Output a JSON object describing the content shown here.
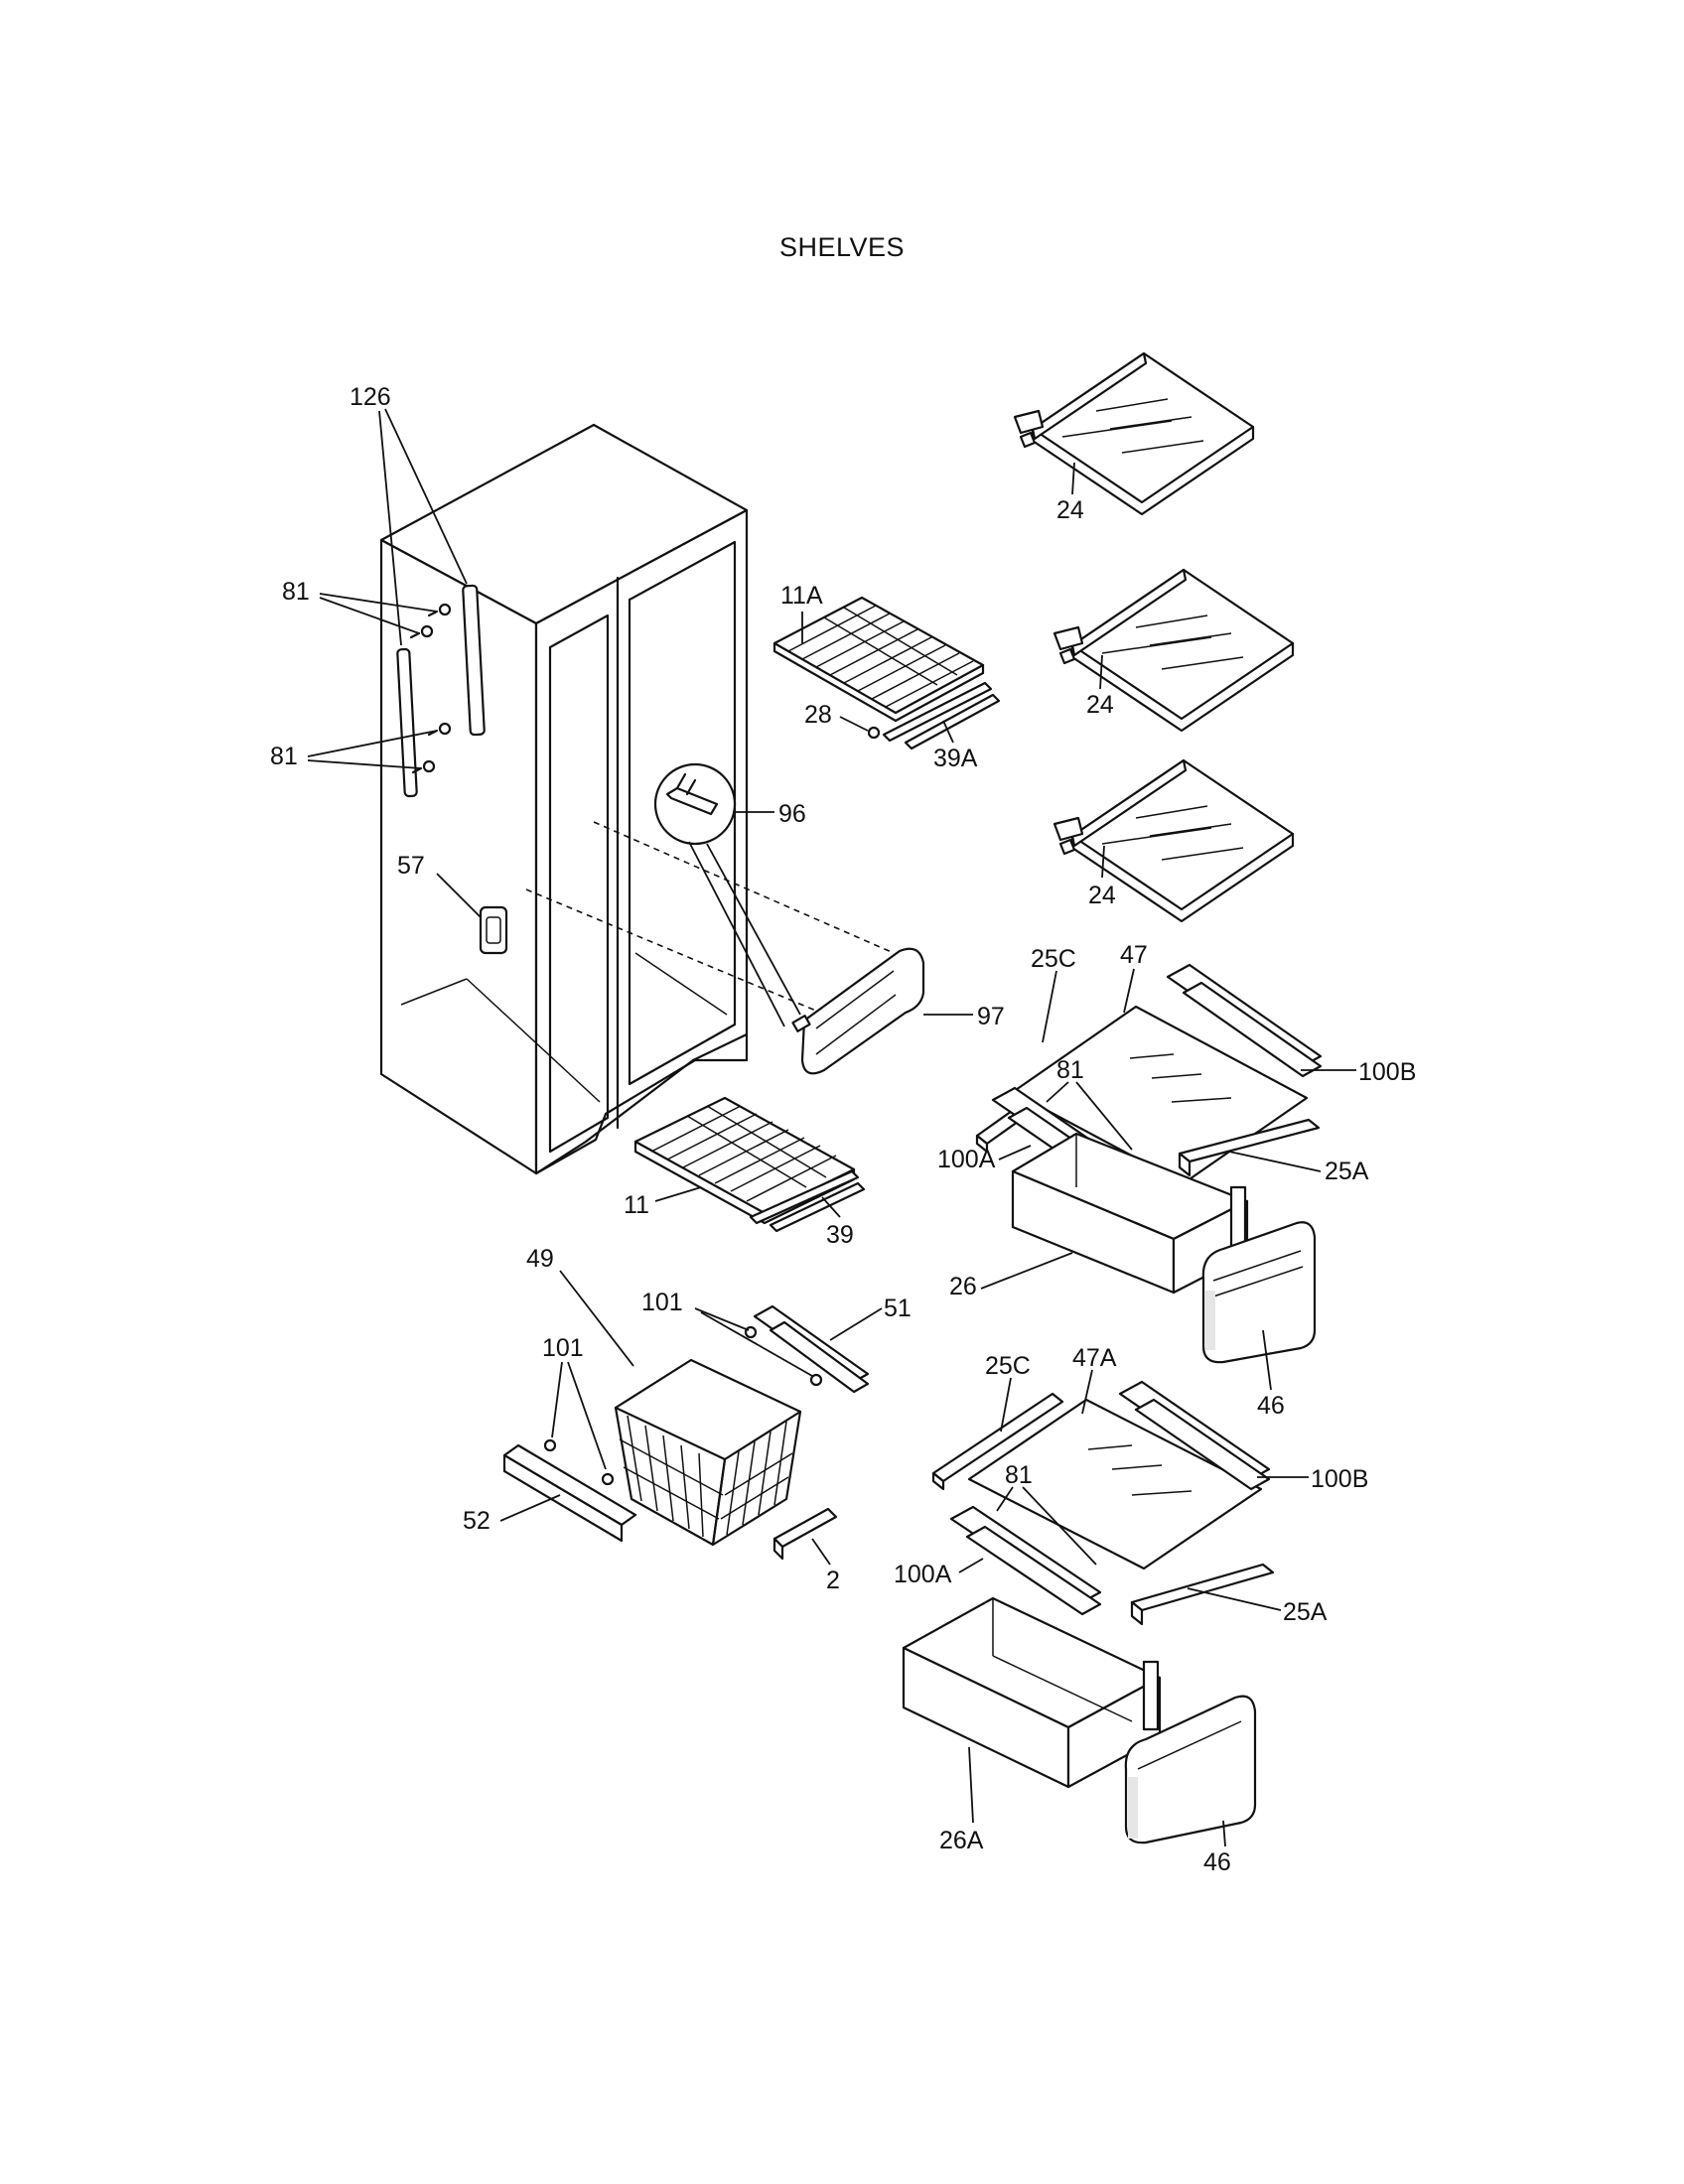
{
  "title": "SHELVES",
  "labels": {
    "l126": "126",
    "l81a": "81",
    "l81b": "81",
    "l57": "57",
    "l96": "96",
    "l97": "97",
    "l11A": "11A",
    "l28": "28",
    "l39A": "39A",
    "l24a": "24",
    "l24b": "24",
    "l24c": "24",
    "l25C_1": "25C",
    "l47": "47",
    "l100B_1": "100B",
    "l81c": "81",
    "l100A_1": "100A",
    "l25A_1": "25A",
    "l11": "11",
    "l39": "39",
    "l26": "26",
    "l46a": "46",
    "l49": "49",
    "l101a": "101",
    "l51": "51",
    "l101b": "101",
    "l52": "52",
    "l2": "2",
    "l25C_2": "25C",
    "l47A": "47A",
    "l100B_2": "100B",
    "l81d": "81",
    "l100A_2": "100A",
    "l25A_2": "25A",
    "l26A": "26A",
    "l46b": "46"
  }
}
